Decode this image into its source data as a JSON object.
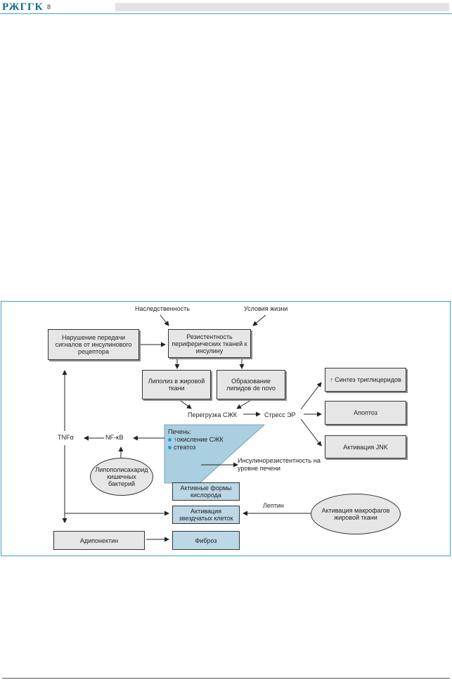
{
  "header": {
    "logo": "РЖГГК",
    "page_number": "8"
  },
  "diagram": {
    "heredity": "Наследственность",
    "lifestyle": "Условия жизни",
    "receptor_box": "Нарушение передачи сигналов от инсулинового рецептора",
    "resistance_box": "Резистентность периферических тканей к инсулину",
    "lipolysis_box": "Липолиз в жировой ткани",
    "de_novo_box": "Образование липидов de novo",
    "ffa_overload": "Перегрузка СЖК",
    "er_stress": "Стресс ЭР",
    "tg_synthesis": "Синтез триглицеридов",
    "tg_arrow": "↑",
    "apoptosis": "Апоптоз",
    "jnk": "Активация JNK",
    "tnf": "TNFα",
    "nfkb": "NF-κB",
    "lps": "Липополисахарид кишечных бактерий",
    "liver_title": "Печень:",
    "liver_item_1": "↑окисление СЖК",
    "liver_item_2": "стеатоз",
    "hepatic_ir": "Инсулинорезистентность на уровне печени",
    "ros_box": "Активные формы кислорода",
    "stellate_box": "Активация звездчатых клеток",
    "leptin": "Лептин",
    "macrophage": "Активация макрофагов жировой ткани",
    "adiponectin": "Адипонектин",
    "fibrosis": "Фиброз"
  },
  "colors": {
    "accent": "#3aa3c4",
    "box_gray": "#e6e6e6",
    "box_blue": "#bcd8e6",
    "triangle": "#a9cfe1",
    "bullet": "#1aa0d8"
  }
}
